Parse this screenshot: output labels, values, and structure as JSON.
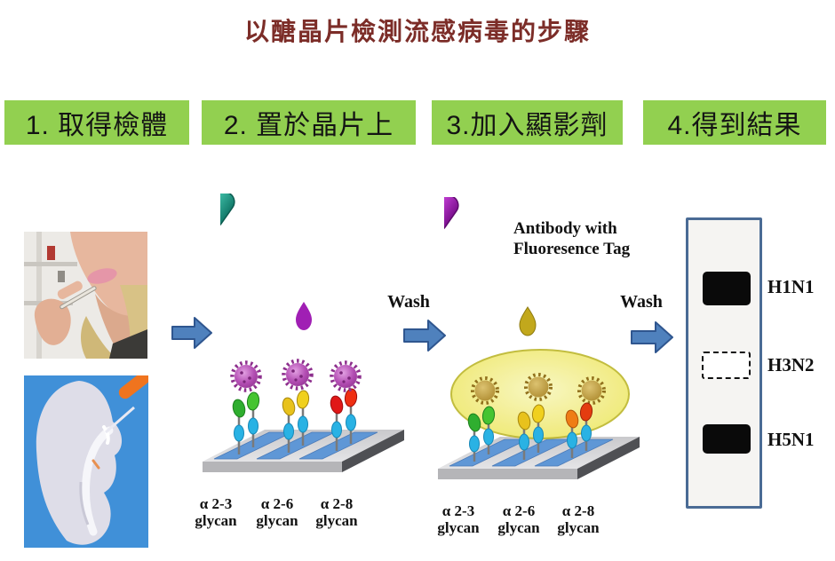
{
  "title": {
    "text": "以醣晶片檢測流感病毒的步驟"
  },
  "steps": [
    {
      "label": "1. 取得檢體"
    },
    {
      "label": "2. 置於晶片上"
    },
    {
      "label": "3.加入顯影劑"
    },
    {
      "label": "4.得到結果"
    }
  ],
  "washes": [
    "Wash",
    "Wash"
  ],
  "antibody": {
    "line1": "Antibody with",
    "line2": "Fluoresence Tag"
  },
  "glycan_lanes": [
    {
      "alpha": "α 2-3",
      "word": "glycan"
    },
    {
      "alpha": "α 2-6",
      "word": "glycan"
    },
    {
      "alpha": "α 2-8",
      "word": "glycan"
    }
  ],
  "results": {
    "bands": [
      {
        "label": "H1N1",
        "style": "solid"
      },
      {
        "label": "H3N2",
        "style": "dashed"
      },
      {
        "label": "H5N1",
        "style": "solid"
      }
    ]
  },
  "colors": {
    "title": "#7c2d28",
    "header_bg": "#92d050",
    "arrow_blue": "#4f81bd",
    "virus_purple": "#a344a8",
    "fluorescence_yellow": "#e9e23a",
    "strip_border": "#4a6b95"
  }
}
